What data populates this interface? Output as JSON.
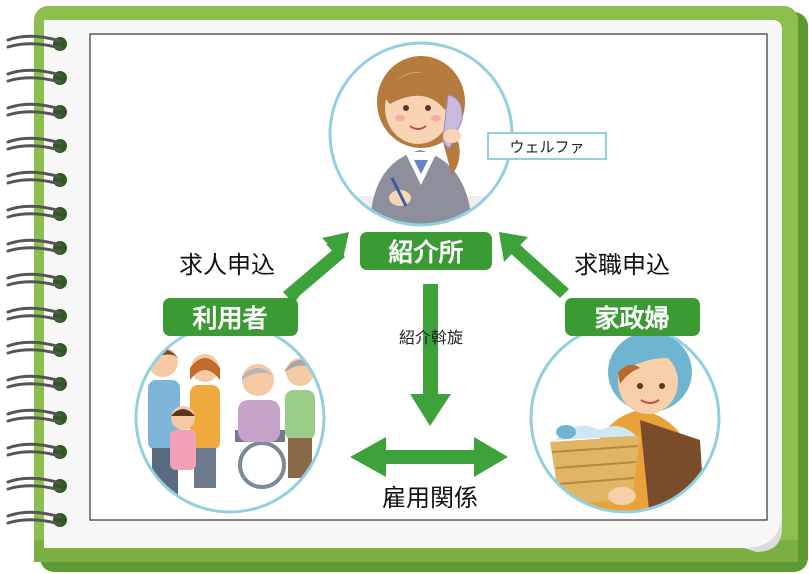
{
  "diagram": {
    "office": {
      "label": "紹介所",
      "tag": "ウェルファ"
    },
    "employer": {
      "label": "利用者"
    },
    "worker": {
      "label": "家政婦"
    },
    "flows": {
      "job_offer": "求人申込",
      "job_application": "求職申込",
      "referral": "紹介斡旋",
      "employment": "雇用関係"
    }
  },
  "colors": {
    "notebook_green": "#8cbf4e",
    "notebook_shadow": "#5e9a34",
    "label_green": "#3c9a35",
    "arrow_green": "#3da23a",
    "circle_border": "#93d0df"
  }
}
